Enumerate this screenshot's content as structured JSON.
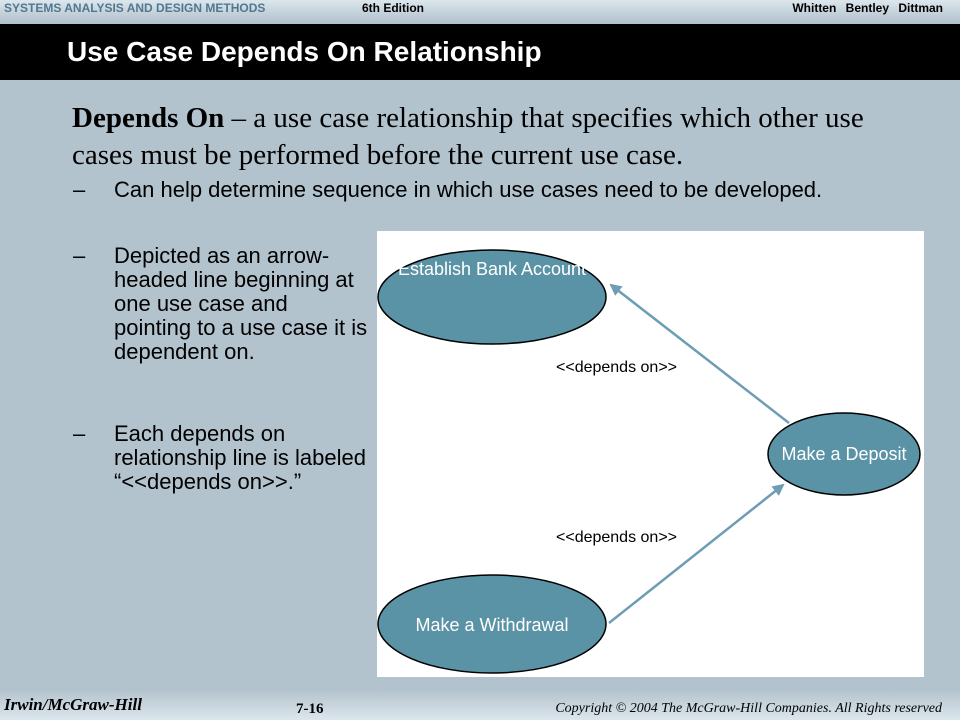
{
  "header": {
    "course": "SYSTEMS ANALYSIS AND DESIGN METHODS",
    "edition": "6th Edition",
    "authors": "Whitten Bentley Dittman"
  },
  "slide": {
    "title": "Use Case Depends On Relationship",
    "definition_term": "Depends On",
    "definition_rest": " – a use case relationship that specifies which other use cases must be performed before the current use case.",
    "bullets": [
      {
        "dash": "–",
        "text": "Can help determine sequence in which use cases need to be developed."
      },
      {
        "dash": "–",
        "text": "Depicted as an arrow-headed line beginning at one use case and pointing to a use case it is dependent on."
      },
      {
        "dash": "–",
        "text": "Each depends on relationship line is labeled “<<depends on>>.”"
      }
    ]
  },
  "diagram": {
    "use_cases": {
      "establish": "Establish Bank Account",
      "deposit": "Make a Deposit",
      "withdrawal": "Make a Withdrawal"
    },
    "relationships": [
      {
        "from": "Make a Deposit",
        "to": "Establish Bank Account",
        "label": "<<depends on>>"
      },
      {
        "from": "Make a Withdrawal",
        "to": "Make a Deposit",
        "label": "<<depends on>>"
      }
    ],
    "colors": {
      "use_case_fill": "#5b93a6",
      "use_case_stroke": "#000000",
      "arrow": "#6e9db4"
    }
  },
  "footer": {
    "publisher": "Irwin/McGraw-Hill",
    "page": "7-16",
    "copyright": "Copyright © 2004 The McGraw-Hill Companies. All Rights reserved"
  }
}
